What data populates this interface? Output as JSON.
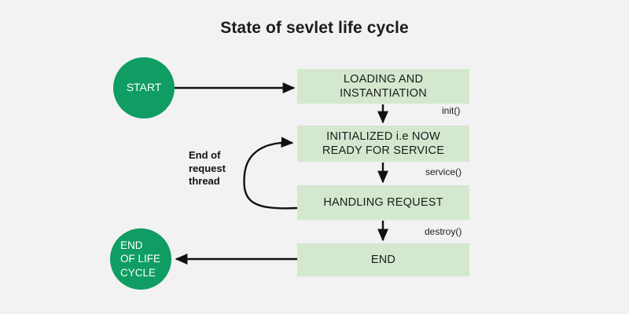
{
  "diagram": {
    "title": "State of sevlet life cycle",
    "background_color": "#f2f2f2",
    "box_color": "#d3e8cf",
    "circle_color": "#0f9d63",
    "text_color": "#1c1c1c",
    "arrow_color": "#111111",
    "nodes": {
      "start": "START",
      "loading": "LOADING AND INSTANTIATION",
      "initialized_line1": "INITIALIZED i.e NOW",
      "initialized_line2": "READY FOR SERVICE",
      "handling": "HANDLING REQUEST",
      "end_box": "END",
      "end_circle_line1": "END",
      "end_circle_line2": "OF LIFE",
      "end_circle_line3": "CYCLE"
    },
    "edge_labels": {
      "init": "init()",
      "service": "service()",
      "destroy": "destroy()",
      "loop_line1": "End of",
      "loop_line2": "request",
      "loop_line3": "thread"
    }
  }
}
